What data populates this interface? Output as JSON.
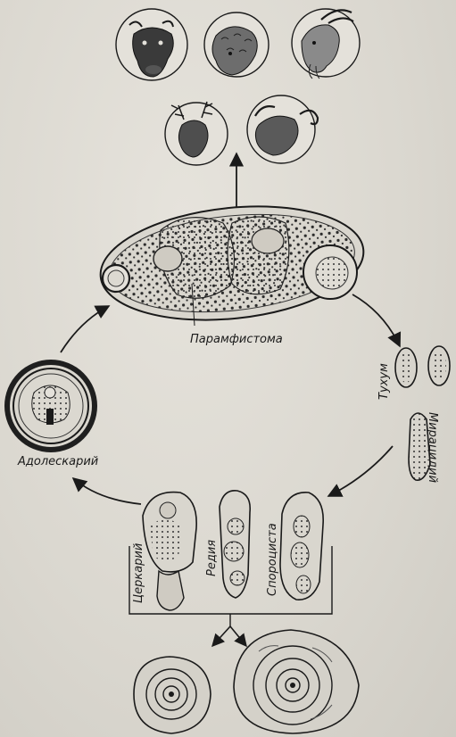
{
  "labels": {
    "paramphistoma": "Парамфистома",
    "egg": "Тухум",
    "miracidium": "Мирацидий",
    "adolescaria": "Адолескарий",
    "cercaria": "Церкарий",
    "redia": "Редия",
    "sporocyst": "Спороциста"
  },
  "hosts": {
    "definitive_top": [
      "cow-head-icon",
      "sheep-head-icon",
      "goat-head-icon"
    ],
    "definitive_second": [
      "reindeer-head-icon",
      "buffalo-head-icon"
    ],
    "intermediate": [
      "small-snail-icon",
      "large-snail-icon"
    ]
  }
}
